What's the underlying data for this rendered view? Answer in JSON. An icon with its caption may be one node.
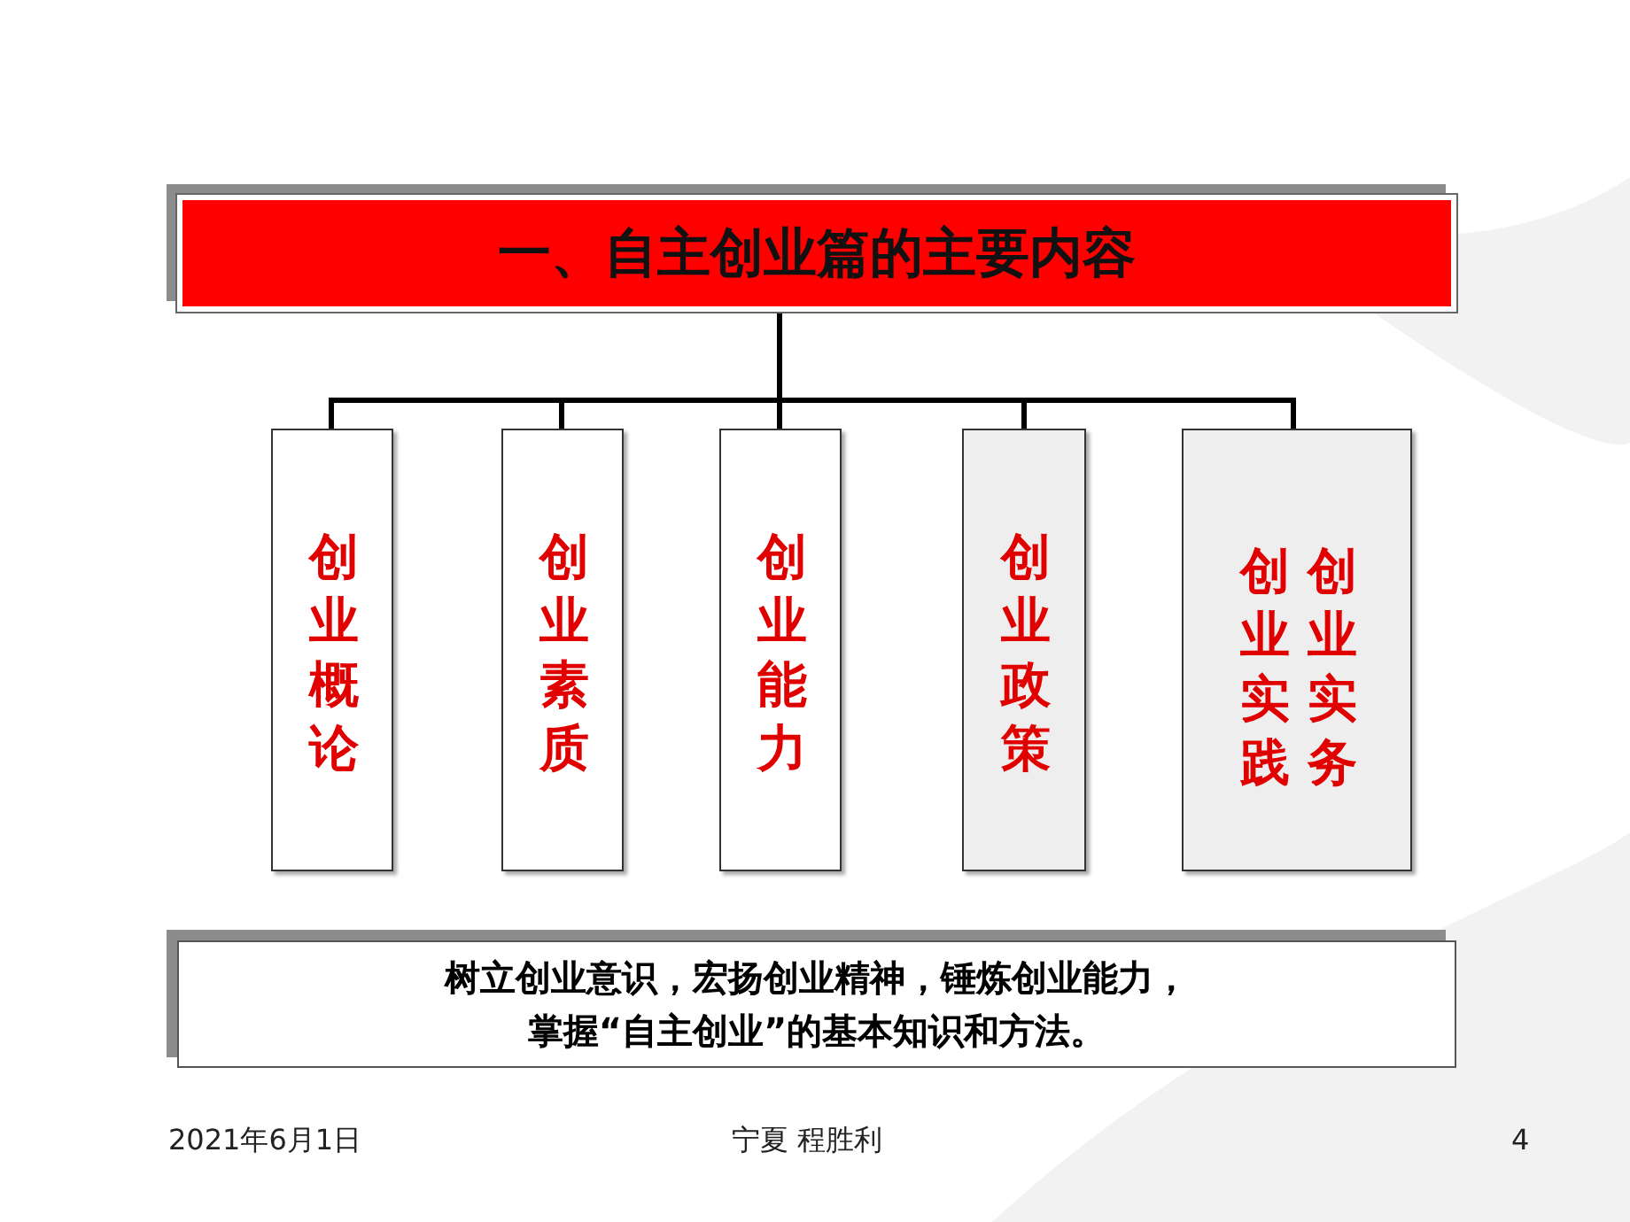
{
  "diagram": {
    "nodes": [
      {
        "text": [
          "一、自主创业篇的主要内容"
        ]
      },
      {
        "text": [
          "创业概论"
        ]
      },
      {
        "text": [
          "创业素质"
        ]
      },
      {
        "text": [
          "创业能力"
        ]
      },
      {
        "text": [
          "创业政策"
        ]
      },
      {
        "text": [
          "创业实践",
          "创业实务"
        ]
      },
      {
        "text": [
          "树立创业意识，宏扬创业精神，锤炼创业能力，掌握“自主创业”的基本知识和方法。"
        ]
      }
    ],
    "edges": [
      {
        "from": 0,
        "to": 1,
        "arrow": "none"
      },
      {
        "from": 0,
        "to": 2,
        "arrow": "none"
      },
      {
        "from": 0,
        "to": 3,
        "arrow": "none"
      },
      {
        "from": 0,
        "to": 4,
        "arrow": "none"
      },
      {
        "from": 0,
        "to": 5,
        "arrow": "none"
      }
    ],
    "labels": [
      "2021年6月1日",
      "宁夏 程胜利",
      "4"
    ]
  }
}
